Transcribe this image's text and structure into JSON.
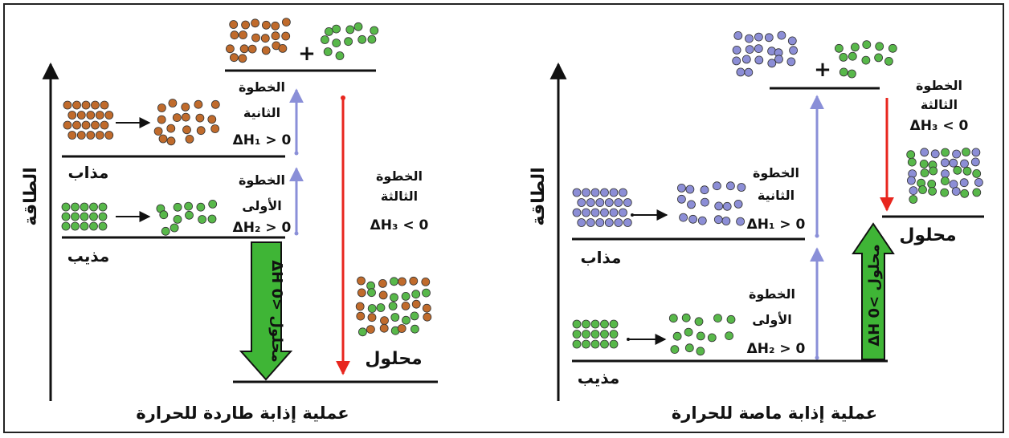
{
  "colors": {
    "solute_endo": "#8c8ed6",
    "solute_exo": "#c06b2c",
    "solvent": "#58b84a",
    "up_arrow": "#8a8fd8",
    "down_arrow": "#e8261e",
    "big_arrow": "#3fb536",
    "line": "#111111"
  },
  "exothermic": {
    "caption": "عملية إذابة طاردة للحرارة",
    "energy_axis": "الطاقة",
    "solute_label": "مذاب",
    "solvent_label": "مذيب",
    "solution_label": "محلول",
    "plus": "+",
    "step2": {
      "line1": "الخطوة",
      "line2": "الثانية",
      "eq": "ΔH₁ > 0"
    },
    "step1": {
      "line1": "الخطوة",
      "line2": "الأولى",
      "eq": "ΔH₂ > 0"
    },
    "step3": {
      "line1": "الخطوة",
      "line2": "الثالثة",
      "eq": "ΔH₃ < 0"
    },
    "big_arrow_text": "ΔH محلول <0"
  },
  "endothermic": {
    "caption": "عملية إذابة ماصة للحرارة",
    "energy_axis": "الطاقة",
    "solute_label": "مذاب",
    "solvent_label": "مذيب",
    "solution_label": "محلول",
    "plus": "+",
    "step2": {
      "line1": "الخطوة",
      "line2": "الثانية",
      "eq": "ΔH₁ > 0"
    },
    "step1": {
      "line1": "الخطوة",
      "line2": "الأولى",
      "eq": "ΔH₂ > 0"
    },
    "step3": {
      "line1": "الخطوة",
      "line2": "الثالثة",
      "eq": "ΔH₃ < 0"
    },
    "big_arrow_text": "ΔH محلول >0"
  }
}
